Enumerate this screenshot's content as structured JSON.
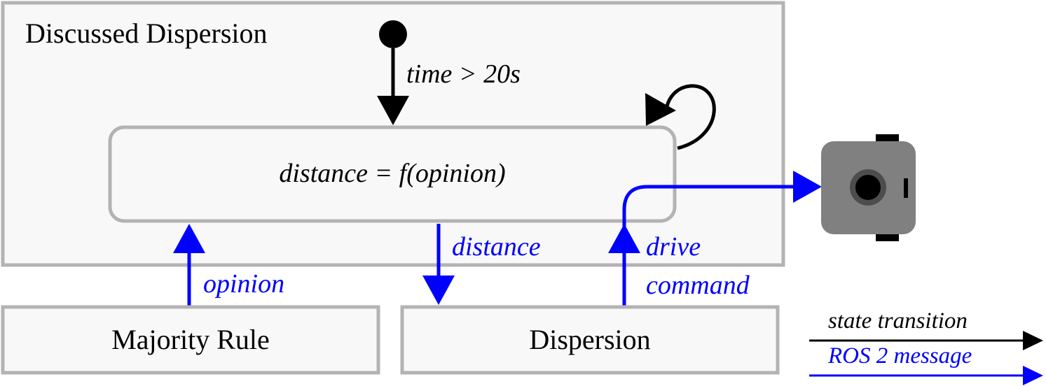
{
  "outer_state": {
    "title": "Discussed Dispersion"
  },
  "initial_transition": {
    "label": "time > 20s"
  },
  "inner_state": {
    "label": "distance = f(opinion)"
  },
  "nodes": {
    "majority_rule": "Majority Rule",
    "dispersion": "Dispersion"
  },
  "messages": {
    "opinion": "opinion",
    "distance": "distance",
    "drive_line1": "drive",
    "drive_line2": "command"
  },
  "legend": {
    "state_transition": "state transition",
    "ros2_message": "ROS 2 message"
  },
  "colors": {
    "message": "#0000ff",
    "transition": "#000000",
    "box_border": "#b3b3b3",
    "box_fill": "#f8f8f8",
    "robot_body": "#808080"
  },
  "icons": {
    "robot": "robot-icon",
    "initial": "initial-state-dot"
  }
}
